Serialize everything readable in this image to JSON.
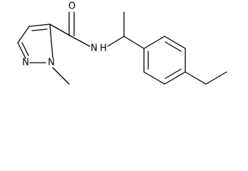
{
  "atoms": {
    "carbonyl_oxygen": "O",
    "amide_nitrogen": "N",
    "amide_hydrogen": "H",
    "pyrazole_n2": "N",
    "pyrazole_n1": "N"
  },
  "colors": {
    "bond": "#000000",
    "label": "#000000",
    "background": "#ffffff"
  }
}
